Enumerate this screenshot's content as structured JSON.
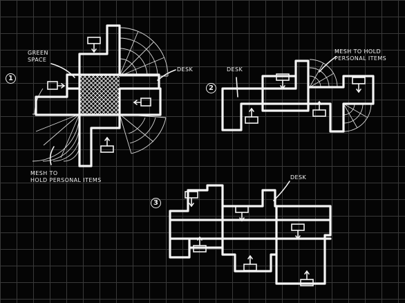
{
  "sketch": {
    "layout_1": {
      "number": "1",
      "labels": {
        "green_space": "GREEN\nSPACE",
        "desk": "DESK",
        "mesh": "MESH TO\nHOLD PERSONAL ITEMS"
      }
    },
    "layout_2": {
      "number": "2",
      "labels": {
        "desk": "DESK",
        "mesh": "MESH TO HOLD\nPERSONAL ITEMS"
      }
    },
    "layout_3": {
      "number": "3",
      "labels": {
        "desk": "DESK"
      }
    }
  },
  "colors": {
    "background": "#050505",
    "grid": "#3a3a3a",
    "ink": "#f4f4f4"
  }
}
